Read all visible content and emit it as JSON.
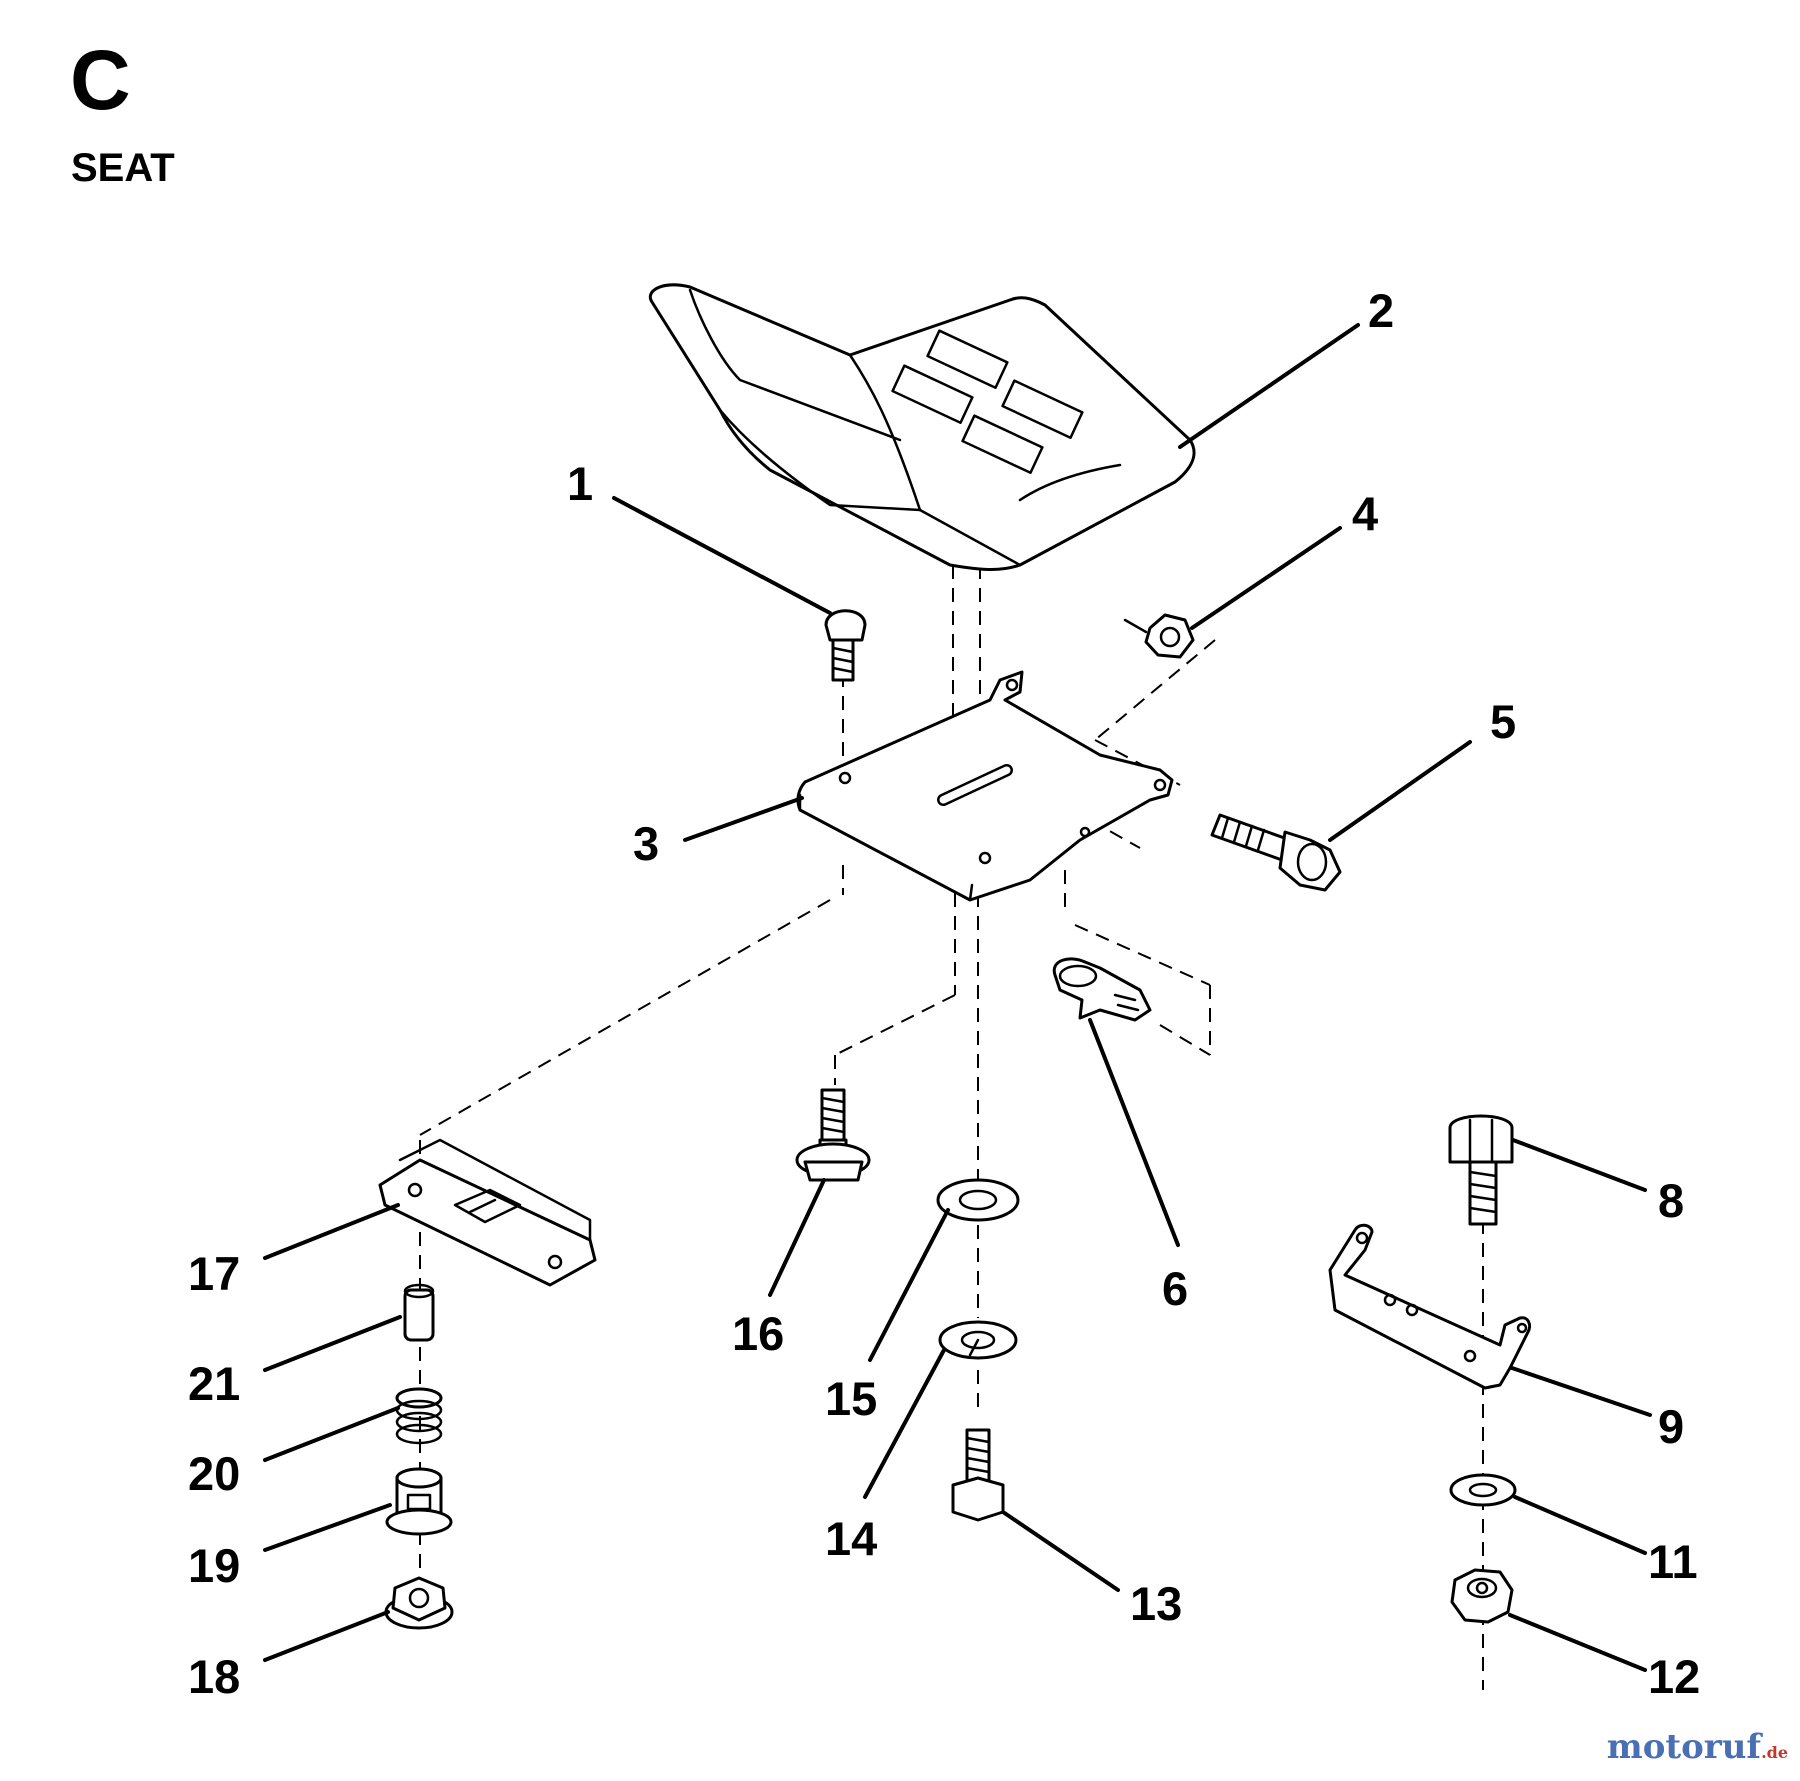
{
  "header": {
    "section_letter": "C",
    "title": "SEAT"
  },
  "callouts": [
    {
      "id": "1",
      "part": "carriage-bolt"
    },
    {
      "id": "2",
      "part": "seat"
    },
    {
      "id": "3",
      "part": "seat-pan"
    },
    {
      "id": "4",
      "part": "hex-nut"
    },
    {
      "id": "5",
      "part": "shoulder-bolt"
    },
    {
      "id": "6",
      "part": "wire-clip"
    },
    {
      "id": "8",
      "part": "hex-bolt"
    },
    {
      "id": "9",
      "part": "seat-bracket"
    },
    {
      "id": "11",
      "part": "flat-washer"
    },
    {
      "id": "12",
      "part": "lock-nut"
    },
    {
      "id": "13",
      "part": "hex-screw"
    },
    {
      "id": "14",
      "part": "lock-washer"
    },
    {
      "id": "15",
      "part": "flat-washer"
    },
    {
      "id": "16",
      "part": "flange-screw"
    },
    {
      "id": "17",
      "part": "slide-rail"
    },
    {
      "id": "18",
      "part": "flange-nut"
    },
    {
      "id": "19",
      "part": "bushing"
    },
    {
      "id": "20",
      "part": "spring"
    },
    {
      "id": "21",
      "part": "pin"
    }
  ],
  "watermark": {
    "main": "motoruf",
    "tld": ".de"
  }
}
